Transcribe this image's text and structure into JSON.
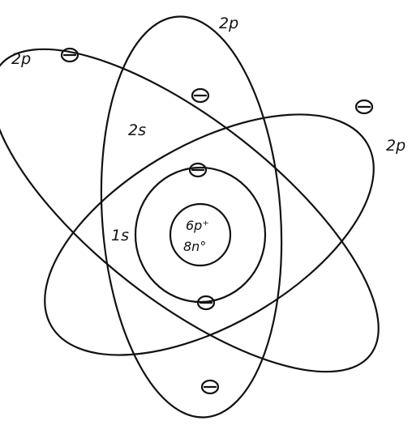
{
  "nucleus": {
    "protons": "6p⁺",
    "neutrons": "8n°"
  },
  "shells": {
    "s1": "1s",
    "s2": "2s",
    "p_top": "2p",
    "p_left": "2p",
    "p_right": "2p"
  },
  "electron_symbol": "⊖",
  "colors": {
    "ink": "#111111",
    "background": "#ffffff"
  }
}
